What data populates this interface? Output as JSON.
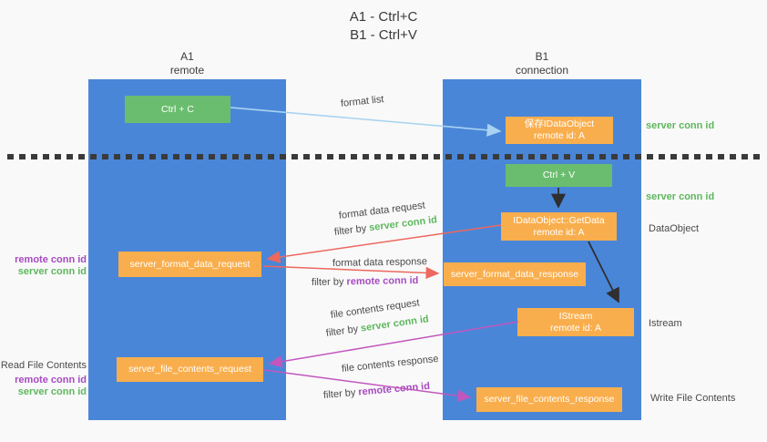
{
  "title": {
    "line1": "A1 - Ctrl+C",
    "line2": "B1 - Ctrl+V"
  },
  "lanes": {
    "a1": {
      "name": "A1",
      "subtitle": "remote"
    },
    "b1": {
      "name": "B1",
      "subtitle": "connection"
    }
  },
  "nodes": {
    "ctrl_c": {
      "label": "Ctrl + C"
    },
    "save_idataobject": {
      "line1": "保存IDataObject",
      "line2": "remote id: A"
    },
    "ctrl_v": {
      "label": "Ctrl + V"
    },
    "getdata": {
      "line1": "IDataObject::GetData",
      "line2": "remote id: A"
    },
    "format_request": {
      "label": "server_format_data_request"
    },
    "format_response": {
      "label": "server_format_data_response"
    },
    "istream": {
      "line1": "IStream",
      "line2": "remote id: A"
    },
    "file_request": {
      "label": "server_file_contents_request"
    },
    "file_response": {
      "label": "server_file_contents_response"
    }
  },
  "flow_labels": {
    "format_list": "format list",
    "format_data_request": "format data request",
    "format_data_response": "format data response",
    "file_contents_request": "file contents request",
    "file_contents_response": "file contents response",
    "filter_by": "filter by ",
    "server_conn_id": "server conn id",
    "remote_conn_id": "remote conn id"
  },
  "side_labels": {
    "right_server_conn_id_1": "server conn id",
    "right_server_conn_id_2": "server conn id",
    "dataobject": "DataObject",
    "istream": "Istream",
    "write_file_contents": "Write File Contents",
    "read_file_contents": "Read File Contents",
    "left_remote_conn_id_1": "remote conn id",
    "left_server_conn_id_1": "server conn id",
    "left_remote_conn_id_2": "remote conn id",
    "left_server_conn_id_2": "server conn id"
  },
  "colors": {
    "lane_blue": "#4a86d8",
    "node_green": "#6abd6e",
    "node_orange": "#f9ae4d",
    "arrow_blue": "#a9d3f0",
    "arrow_red": "#ed685f",
    "arrow_magenta": "#c157be",
    "arrow_black": "#2f2f2f",
    "conn_id_green": "#5eb75e",
    "conn_id_purple": "#a64ac1"
  }
}
